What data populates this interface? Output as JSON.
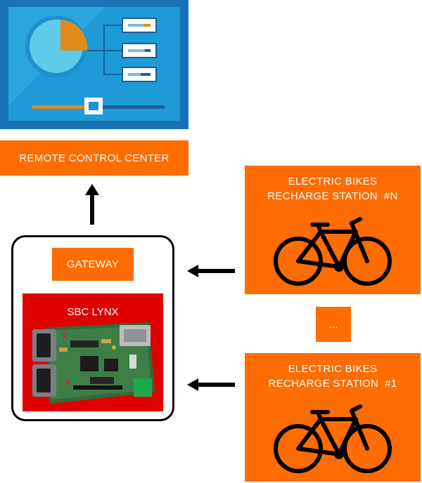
{
  "remote_control_center": {
    "label": "REMOTE CONTROL CENTER"
  },
  "gateway": {
    "label": "GATEWAY"
  },
  "sbc": {
    "label": "SBC LYNX"
  },
  "stations": [
    {
      "title": "ELECTRIC BIKES\nRECHARGE STATION  #N"
    },
    {
      "title": "ELECTRIC BIKES\nRECHARGE STATION  #1"
    }
  ],
  "ellipsis": {
    "label": "..."
  },
  "colors": {
    "orange": "#ff6c00",
    "red": "#df0000",
    "screen_blue": "#1e9ad6",
    "monitor_frame": "#1a72b4"
  },
  "icons": [
    "dashboard-monitor-icon",
    "bicycle-icon",
    "circuit-board-image",
    "arrow-left-icon",
    "arrow-up-icon"
  ]
}
